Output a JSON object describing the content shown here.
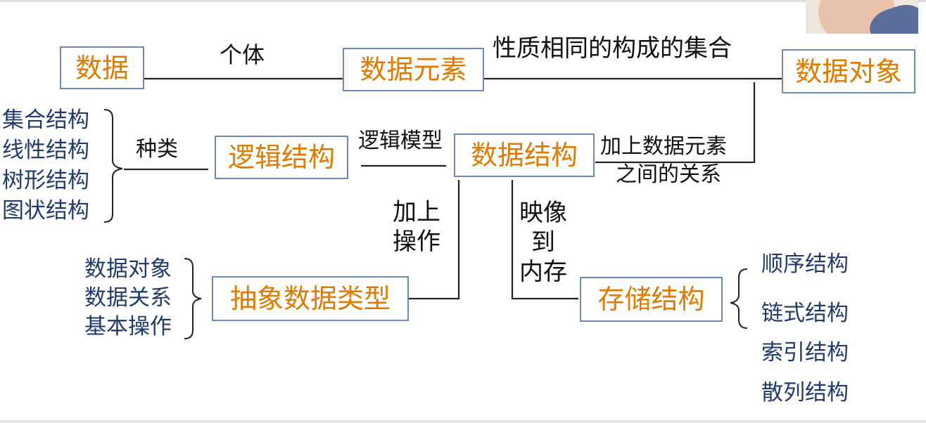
{
  "nodes": {
    "data": "数据",
    "data_element": "数据元素",
    "data_object": "数据对象",
    "logical_structure": "逻辑结构",
    "data_structure": "数据结构",
    "adt": "抽象数据类型",
    "storage_structure": "存储结构"
  },
  "edge_labels": {
    "individual": "个体",
    "same_nature_set": "性质相同的构成的集合",
    "category": "种类",
    "logical_model": "逻辑模型",
    "add_relations_line1": "加上数据元素",
    "add_relations_line2": "之间的关系",
    "add_operations_line1": "加上",
    "add_operations_line2": "操作",
    "map_to_memory_line1": "映像",
    "map_to_memory_line2": "到",
    "map_to_memory_line3": "内存"
  },
  "logical_types": [
    "集合结构",
    "线性结构",
    "树形结构",
    "图状结构"
  ],
  "adt_components": [
    "数据对象",
    "数据关系",
    "基本操作"
  ],
  "storage_types": [
    "顺序结构",
    "链式结构",
    "索引结构",
    "散列结构"
  ]
}
